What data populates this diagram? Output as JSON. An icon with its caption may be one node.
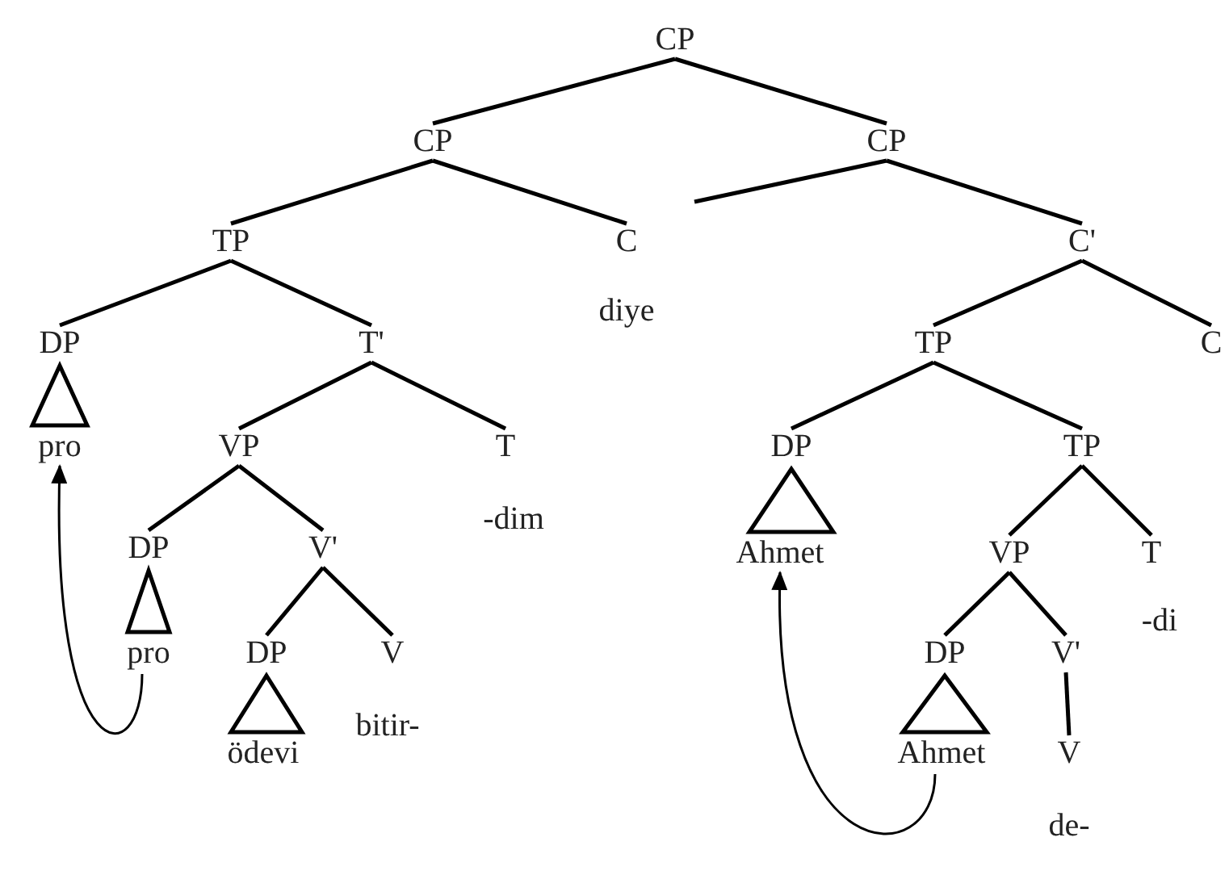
{
  "diagram": {
    "nodes": [
      {
        "text": [
          "CP"
        ]
      },
      {
        "text": [
          "CP"
        ]
      },
      {
        "text": [
          "CP"
        ]
      },
      {
        "text": [
          "TP"
        ]
      },
      {
        "text": [
          "C"
        ]
      },
      {
        "text": [
          "diye"
        ]
      },
      {
        "text": [
          "C'"
        ]
      },
      {
        "text": [
          "DP"
        ]
      },
      {
        "text": [
          "pro"
        ]
      },
      {
        "text": [
          "T'"
        ]
      },
      {
        "text": [
          "TP"
        ]
      },
      {
        "text": [
          "C"
        ]
      },
      {
        "text": [
          "VP"
        ]
      },
      {
        "text": [
          "T"
        ]
      },
      {
        "text": [
          "-dim"
        ]
      },
      {
        "text": [
          "DP"
        ]
      },
      {
        "text": [
          "Ahmet"
        ]
      },
      {
        "text": [
          "TP"
        ]
      },
      {
        "text": [
          "DP"
        ]
      },
      {
        "text": [
          "pro"
        ]
      },
      {
        "text": [
          "V'"
        ]
      },
      {
        "text": [
          "VP"
        ]
      },
      {
        "text": [
          "T"
        ]
      },
      {
        "text": [
          "-di"
        ]
      },
      {
        "text": [
          "DP"
        ]
      },
      {
        "text": [
          "ödevi"
        ]
      },
      {
        "text": [
          "V"
        ]
      },
      {
        "text": [
          "DP"
        ]
      },
      {
        "text": [
          "Ahmet"
        ]
      },
      {
        "text": [
          "V'"
        ]
      },
      {
        "text": [
          "V"
        ]
      },
      {
        "text": [
          "de-"
        ]
      },
      {
        "text": [
          "bitir-"
        ]
      }
    ],
    "edges": [
      {
        "from": 0,
        "to": 1,
        "arrow": "none"
      },
      {
        "from": 0,
        "to": 2,
        "arrow": "none"
      },
      {
        "from": 1,
        "to": 3,
        "arrow": "none"
      },
      {
        "from": 1,
        "to": 4,
        "arrow": "none"
      },
      {
        "from": 2,
        "to": null,
        "arrow": "none"
      },
      {
        "from": 2,
        "to": 6,
        "arrow": "none"
      },
      {
        "from": 3,
        "to": 7,
        "arrow": "none"
      },
      {
        "from": 3,
        "to": 9,
        "arrow": "none"
      },
      {
        "from": 6,
        "to": 10,
        "arrow": "none"
      },
      {
        "from": 6,
        "to": 11,
        "arrow": "none"
      },
      {
        "from": 9,
        "to": 12,
        "arrow": "none"
      },
      {
        "from": 9,
        "to": 13,
        "arrow": "none"
      },
      {
        "from": 10,
        "to": 15,
        "arrow": "none"
      },
      {
        "from": 10,
        "to": 17,
        "arrow": "none"
      },
      {
        "from": 12,
        "to": 18,
        "arrow": "none"
      },
      {
        "from": 12,
        "to": 20,
        "arrow": "none"
      },
      {
        "from": 17,
        "to": 21,
        "arrow": "none"
      },
      {
        "from": 17,
        "to": 22,
        "arrow": "none"
      },
      {
        "from": 20,
        "to": 24,
        "arrow": "none"
      },
      {
        "from": 20,
        "to": 26,
        "arrow": "none"
      },
      {
        "from": 21,
        "to": 27,
        "arrow": "none"
      },
      {
        "from": 21,
        "to": 29,
        "arrow": "none"
      },
      {
        "from": 29,
        "to": 30,
        "arrow": "none"
      },
      {
        "from": 19,
        "to": 8,
        "arrow": "to"
      },
      {
        "from": 28,
        "to": 16,
        "arrow": "to"
      },
      {
        "from": 7,
        "to": 8,
        "arrow": "none"
      },
      {
        "from": 15,
        "to": 16,
        "arrow": "none"
      },
      {
        "from": 18,
        "to": 19,
        "arrow": "none"
      },
      {
        "from": 24,
        "to": 25,
        "arrow": "none"
      },
      {
        "from": 27,
        "to": 28,
        "arrow": "none"
      }
    ]
  }
}
